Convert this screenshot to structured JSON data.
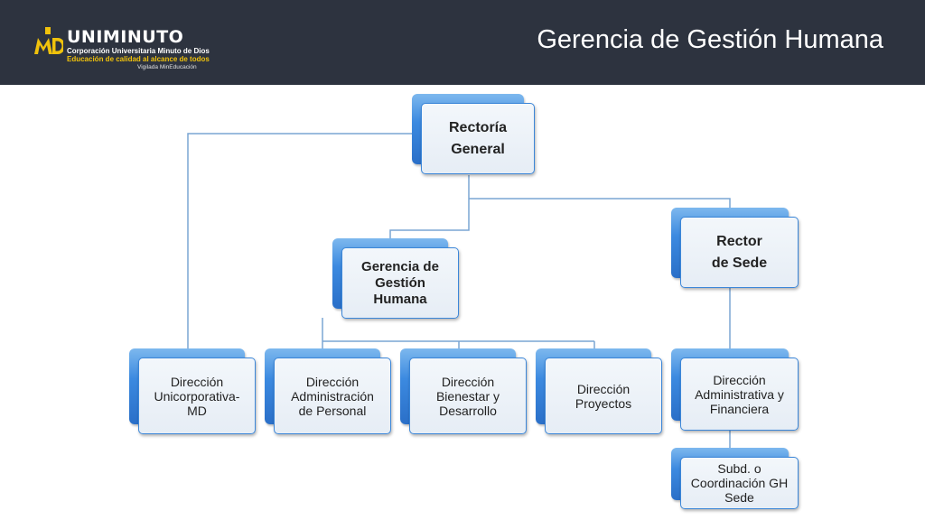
{
  "header": {
    "title": "Gerencia de Gestión Humana",
    "logo": {
      "mark": "MD",
      "name": "UNIMINUTO",
      "line1": "Corporación Universitaria Minuto de Dios",
      "line2": "Educación de calidad al alcance de todos",
      "line3": "Vigilada MinEducación"
    }
  },
  "colors": {
    "header_bg": "#2d333f",
    "node_back": "#3c8ae0",
    "node_front": "#e9eff6",
    "connector": "#7aa5d3",
    "logo_accent": "#f0c20c"
  },
  "org": {
    "rectoria": "Rectoría\nGeneral",
    "gerencia": "Gerencia de\nGestión\nHumana",
    "rector_sede": "Rector\nde Sede",
    "dir_unicorporativa": "Dirección\nUnicorporativa-\nMD",
    "dir_admin_personal": "Dirección\nAdministración\nde Personal",
    "dir_bienestar": "Dirección\nBienestar y\nDesarrollo",
    "dir_proyectos": "Dirección\nProyectos",
    "dir_admin_financiera": "Dirección\nAdministrativa y\nFinanciera",
    "subd_gh": "Subd. o\nCoordinación GH\nSede"
  }
}
